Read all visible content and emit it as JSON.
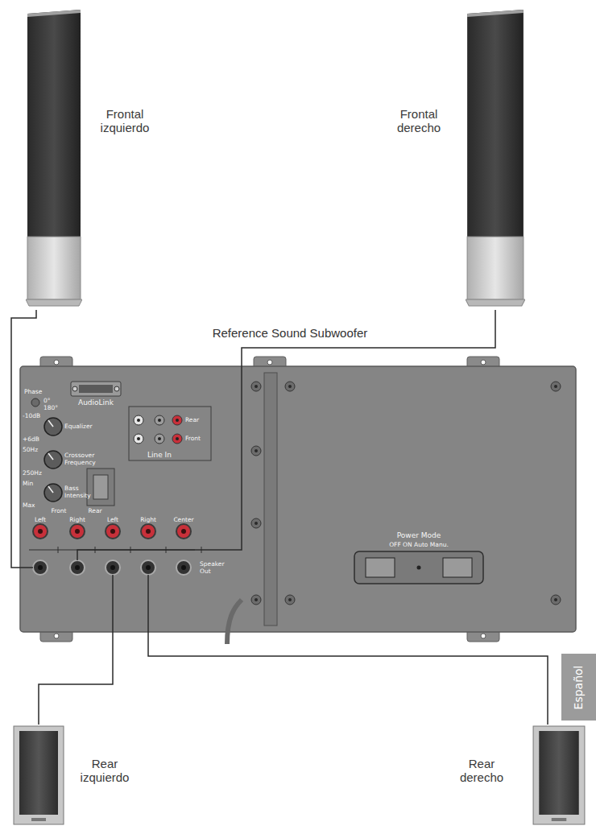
{
  "diagram": {
    "nodes": [
      {
        "text": [
          "Frontal izquierdo"
        ]
      },
      {
        "text": [
          "Frontal derecho"
        ]
      },
      {
        "text": [
          "Reference Sound Subwoofer"
        ]
      },
      {
        "text": [
          "Rear izquierdo"
        ]
      },
      {
        "text": [
          "Rear derecho"
        ]
      },
      {
        "text": [
          "Español"
        ]
      }
    ],
    "edges": [
      {
        "from": 0,
        "to": 2,
        "arrow": "none"
      },
      {
        "from": 1,
        "to": 2,
        "arrow": "none"
      },
      {
        "from": 3,
        "to": 2,
        "arrow": "none"
      },
      {
        "from": 4,
        "to": 2,
        "arrow": "none"
      }
    ],
    "labels": [
      "Phase",
      "0°",
      "180°",
      "-10dB",
      "Equalizer",
      "+6dB",
      "50Hz",
      "Crossover Frequency",
      "250Hz",
      "Min",
      "Bass Intensity",
      "Max",
      "AudioLink",
      "Rear",
      "Front",
      "Line In",
      "Front",
      "Rear",
      "Left",
      "Right",
      "Left",
      "Right",
      "Center",
      "Speaker Out",
      "Power Mode",
      "OFF ON Auto Manu."
    ]
  }
}
